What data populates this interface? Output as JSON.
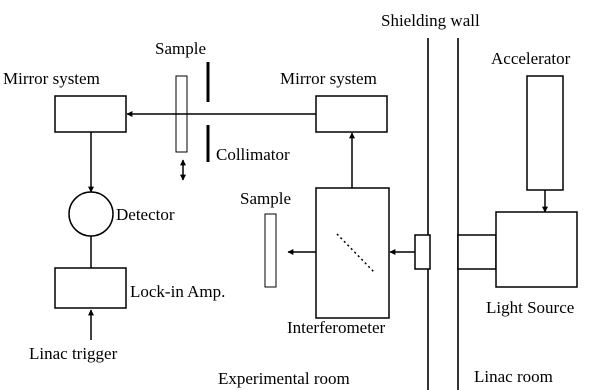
{
  "labels": {
    "shielding_wall": "Shielding wall",
    "sample_top": "Sample",
    "mirror_system_left": "Mirror system",
    "mirror_system_right": "Mirror system",
    "accelerator": "Accelerator",
    "collimator": "Collimator",
    "detector": "Detector",
    "sample_mid": "Sample",
    "lock_in_amp": "Lock-in Amp.",
    "light_source": "Light Source",
    "interferometer": "Interferometer",
    "linac_trigger": "Linac trigger",
    "experimental_room": "Experimental room",
    "linac_room": "Linac room"
  }
}
